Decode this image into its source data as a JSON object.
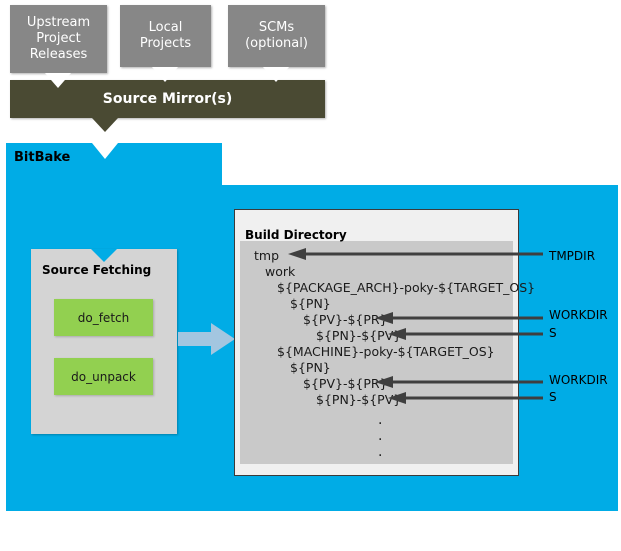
{
  "sources": {
    "boxes": [
      {
        "id": "upstream",
        "label": "Upstream\nProject\nReleases"
      },
      {
        "id": "local",
        "label": "Local\nProjects"
      },
      {
        "id": "scms",
        "label": "SCMs\n(optional)"
      }
    ],
    "mirror_label": "Source Mirror(s)"
  },
  "bitbake": {
    "label": "BitBake",
    "color": "#00ace6"
  },
  "source_fetching": {
    "title": "Source Fetching",
    "tasks": [
      {
        "label": "do_fetch"
      },
      {
        "label": "do_unpack"
      }
    ],
    "task_color": "#92d050",
    "panel_color": "#d4d4d4"
  },
  "build_directory": {
    "title": "Build Directory",
    "tree": [
      {
        "text": "tmp",
        "indent": 0
      },
      {
        "text": "work",
        "indent": 1
      },
      {
        "text": "${PACKAGE_ARCH}-poky-${TARGET_OS}",
        "indent": 2
      },
      {
        "text": "${PN}",
        "indent": 3
      },
      {
        "text": "${PV}-${PR}",
        "indent": 4
      },
      {
        "text": "${PN}-${PV}",
        "indent": 5
      },
      {
        "text": "${MACHINE}-poky-${TARGET_OS}",
        "indent": 2
      },
      {
        "text": "${PN}",
        "indent": 3
      },
      {
        "text": "${PV}-${PR}",
        "indent": 4
      },
      {
        "text": "${PN}-${PV}",
        "indent": 5
      }
    ],
    "ellipsis_dots": [
      ".",
      ".",
      "."
    ]
  },
  "annotations": [
    {
      "label": "TMPDIR",
      "target": "tmp"
    },
    {
      "label": "WORKDIR",
      "target": "${PV}-${PR}"
    },
    {
      "label": "S",
      "target": "${PN}-${PV}"
    },
    {
      "label": "WORKDIR",
      "target": "${PV}-${PR}"
    },
    {
      "label": "S",
      "target": "${PN}-${PV}"
    }
  ],
  "colors": {
    "source_box": "#878787",
    "mirror_bar": "#4a4a33",
    "bitbake_blue": "#00ace6",
    "flow_arrow": "#a3c6e0",
    "tree_panel": "#c9c9c9",
    "arrow_dark": "#3f3f3f"
  }
}
